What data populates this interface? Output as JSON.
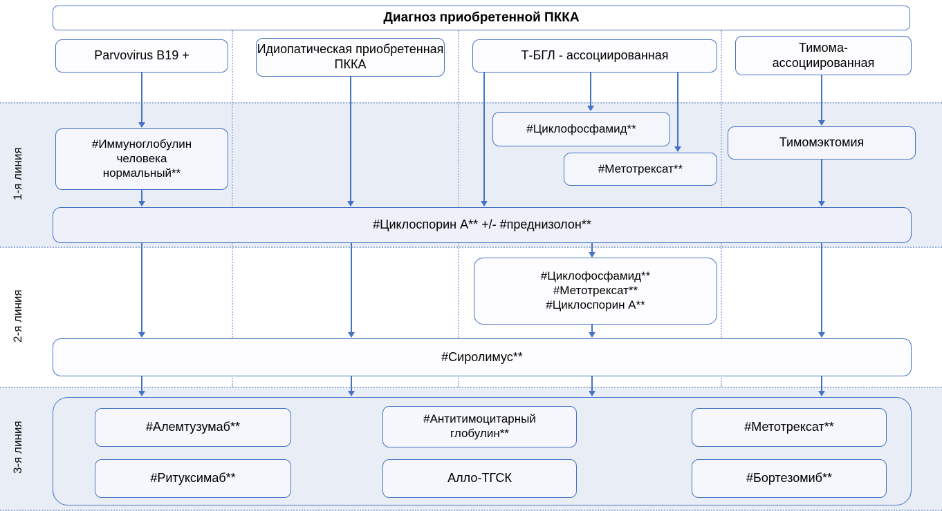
{
  "title": "Диагноз приобретенной ПККА",
  "line_labels": {
    "line1": "1-я линия",
    "line2": "2-я линия",
    "line3": "3-я линия"
  },
  "diagnosis_boxes": {
    "parvovirus": "Parvovirus B19 +",
    "idiopathic": "Идиопатическая приобретенная ПККА",
    "t_lgl": "Т-БГЛ - ассоциированная",
    "thymoma": "Тимома-\nассоциированная"
  },
  "line1": {
    "immunoglobulin": "#Иммуноглобулин\nчеловека\nнормальный**",
    "cyclophosphamide": "#Циклофосфамид**",
    "methotrexate": "#Метотрексат**",
    "thymectomy": "Тимомэктомия",
    "cyclosporin_bar": "#Циклоспорин А** +/- #преднизолон**"
  },
  "line2": {
    "combo": "#Циклофосфамид**\n#Метотрексат**\n#Циклоспорин А**",
    "sirolimus_bar": "#Сиролимус**"
  },
  "line3": {
    "alemtuzumab": "#Алемтузумаб**",
    "antithymocyte": "#Антитимоцитарный\nглобулин**",
    "methotrexate": "#Метотрексат**",
    "rituximab": "#Ритуксимаб**",
    "allo_tgsk": "Алло-ТГСК",
    "bortezomib": "#Бортезомиб**"
  },
  "colors": {
    "accent": "#4472c4",
    "band_fill": "#e9edf6",
    "dotted_line": "#9fb4dc",
    "text": "#000000"
  }
}
